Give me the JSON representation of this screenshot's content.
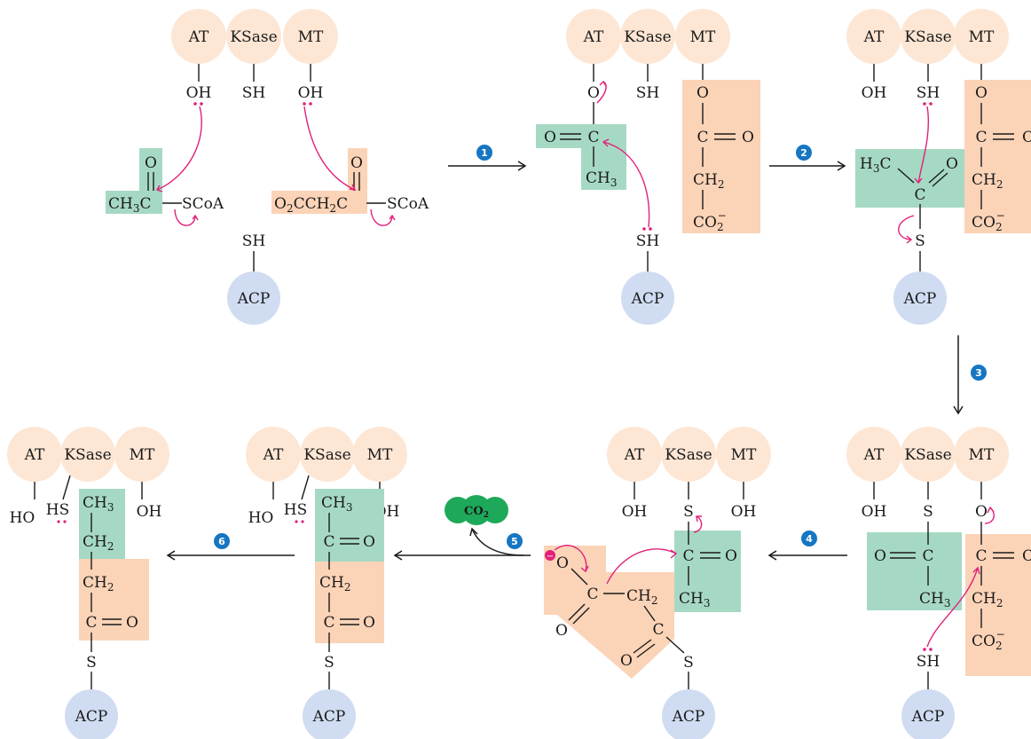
{
  "colors": {
    "enzyme_circle": "#fde6d4",
    "acp_circle": "#cfdcf1",
    "acetyl_box": "#a6d9c4",
    "malonyl_box": "#fbd3b7",
    "electron_arrow": "#e0207a",
    "step_circle": "#1676c2",
    "co2_circle": "#1ea95a"
  },
  "labels": {
    "at": "AT",
    "ksase": "KSase",
    "mt": "MT",
    "acp": "ACP",
    "oh": "OH",
    "ho": "HO",
    "sh": "SH",
    "hs": "HS",
    "s": "S",
    "o": "O",
    "c": "C",
    "ch2": "CH",
    "ch3": "CH",
    "h3c": "H",
    "co2": "CO",
    "co2_minus": "−",
    "sub2": "2",
    "sub3": "3",
    "scoa": "SCoA",
    "ch3c_prefix": "CH",
    "ch3c_suffix": "C",
    "malonyl_o2cch2c": "O",
    "malonyl_mid": "CCH",
    "malonyl_end": "C",
    "eq": "═",
    "co2_gas": "CO"
  },
  "steps": [
    "1",
    "2",
    "3",
    "4",
    "5",
    "6"
  ]
}
